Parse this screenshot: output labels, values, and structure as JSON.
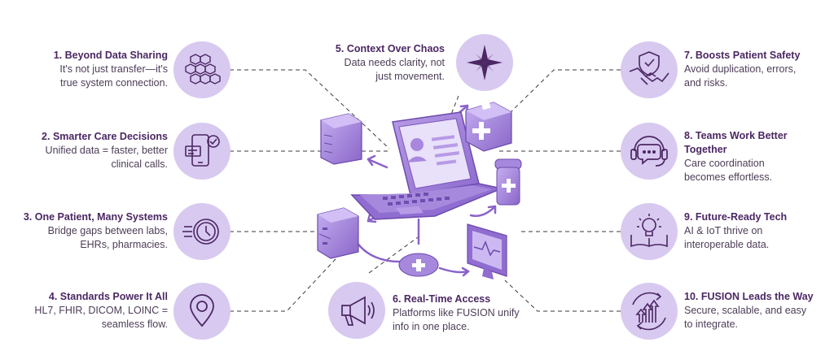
{
  "items": [
    {
      "id": "1",
      "title": "1. Beyond Data Sharing",
      "desc1": "It's not just transfer—it's",
      "desc2": "true system connection.",
      "icon": "hexagon-network-icon"
    },
    {
      "id": "2",
      "title": "2. Smarter Care Decisions",
      "desc1": "Unified data = faster, better",
      "desc2": "clinical calls.",
      "icon": "phone-checklist-icon"
    },
    {
      "id": "3",
      "title": "3. One Patient, Many Systems",
      "desc1": "Bridge gaps between labs,",
      "desc2": "EHRs, pharmacies.",
      "icon": "fast-clock-icon"
    },
    {
      "id": "4",
      "title": "4. Standards Power It All",
      "desc1": "HL7, FHIR, DICOM, LOINC =",
      "desc2": "seamless flow.",
      "icon": "location-pin-icon"
    },
    {
      "id": "5",
      "title": "5. Context Over Chaos",
      "desc1": "Data needs clarity, not",
      "desc2": "just movement.",
      "icon": "compass-star-icon"
    },
    {
      "id": "6",
      "title": "6. Real-Time Access",
      "desc1": "Platforms like FUSION unify",
      "desc2": "info in one place.",
      "icon": "megaphone-icon"
    },
    {
      "id": "7",
      "title": "7. Boosts Patient Safety",
      "desc1": "Avoid duplication, errors,",
      "desc2": "and risks.",
      "icon": "handshake-shield-icon"
    },
    {
      "id": "8",
      "title": "8. Teams Work Better",
      "title2": "Together",
      "desc1": "Care coordination",
      "desc2": "becomes effortless.",
      "icon": "headset-chat-icon"
    },
    {
      "id": "9",
      "title": "9. Future-Ready Tech",
      "desc1": "AI & IoT thrive on",
      "desc2": "interoperable data.",
      "icon": "book-lightbulb-icon"
    },
    {
      "id": "10",
      "title": "10. FUSION Leads the Way",
      "desc1": "Secure, scalable, and easy",
      "desc2": "to integrate.",
      "icon": "growth-arrows-icon"
    }
  ],
  "colors": {
    "circle": "#d8c9f0",
    "icon": "#4b2763",
    "accent": "#8a63c9",
    "text": "#4b2763"
  }
}
